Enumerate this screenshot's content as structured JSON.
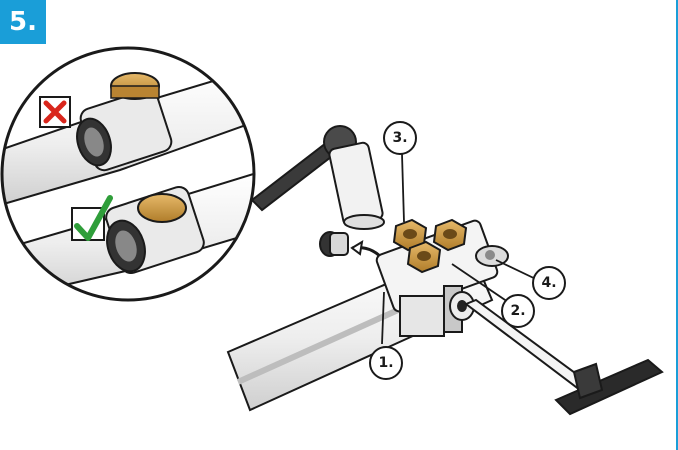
{
  "step": {
    "number": "5."
  },
  "colors": {
    "accent": "#1a9ed8",
    "wrong": "#d9261c",
    "correct": "#2f9e3a",
    "brass": "#c9963e",
    "outline": "#1a1a1a"
  },
  "inset": {
    "items": [
      {
        "status": "incorrect",
        "icon": "cross-mark-icon"
      },
      {
        "status": "correct",
        "icon": "check-mark-icon"
      }
    ]
  },
  "callouts": [
    {
      "label": "1."
    },
    {
      "label": "2."
    },
    {
      "label": "3."
    },
    {
      "label": "4."
    }
  ]
}
